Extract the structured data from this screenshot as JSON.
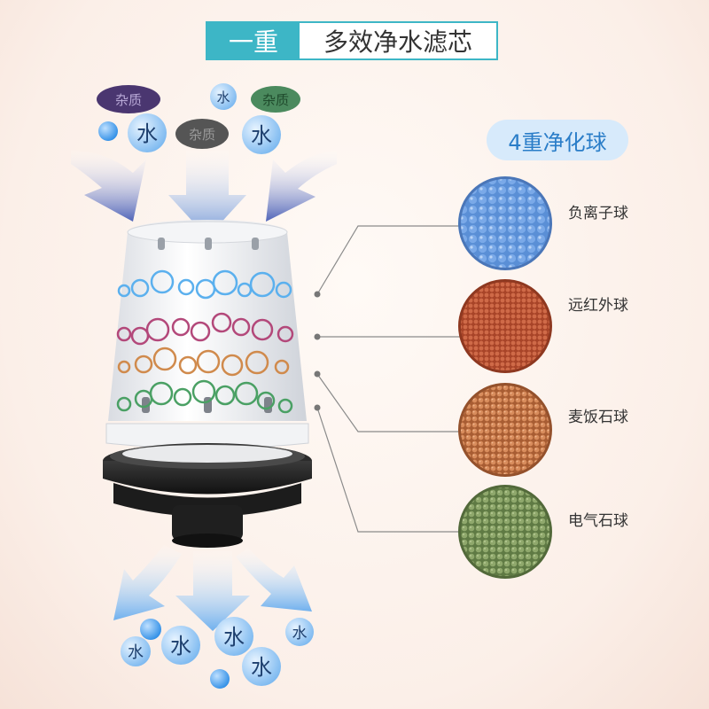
{
  "header": {
    "tag": "一重",
    "title": "多效净水滤芯"
  },
  "balls_title": "4重净化球",
  "input_labels": {
    "impurity_1": "杂质",
    "impurity_2": "杂质",
    "impurity_3": "杂质",
    "water_1": "水",
    "water_2": "水",
    "water_3": "水"
  },
  "output_labels": {
    "water_1": "水",
    "water_2": "水",
    "water_3": "水",
    "water_4": "水",
    "water_5": "水"
  },
  "balls": [
    {
      "label": "负离子球",
      "color": "#5a8fd6",
      "dot": "#3e73bf"
    },
    {
      "label": "远红外球",
      "color": "#c25a3a",
      "dot": "#9e3f24"
    },
    {
      "label": "麦饭石球",
      "color": "#c97a4c",
      "dot": "#a65a30"
    },
    {
      "label": "电气石球",
      "color": "#7e9a5e",
      "dot": "#5f7a44"
    }
  ],
  "colors": {
    "accent": "#3db6c6",
    "arrow_in": "#5a6fc0",
    "arrow_out": "#7fb7ee",
    "impurity_purple": "#4a3670",
    "impurity_gray": "#555555",
    "impurity_green": "#4b8a5e",
    "water_bubble": "#8cc4f3"
  }
}
